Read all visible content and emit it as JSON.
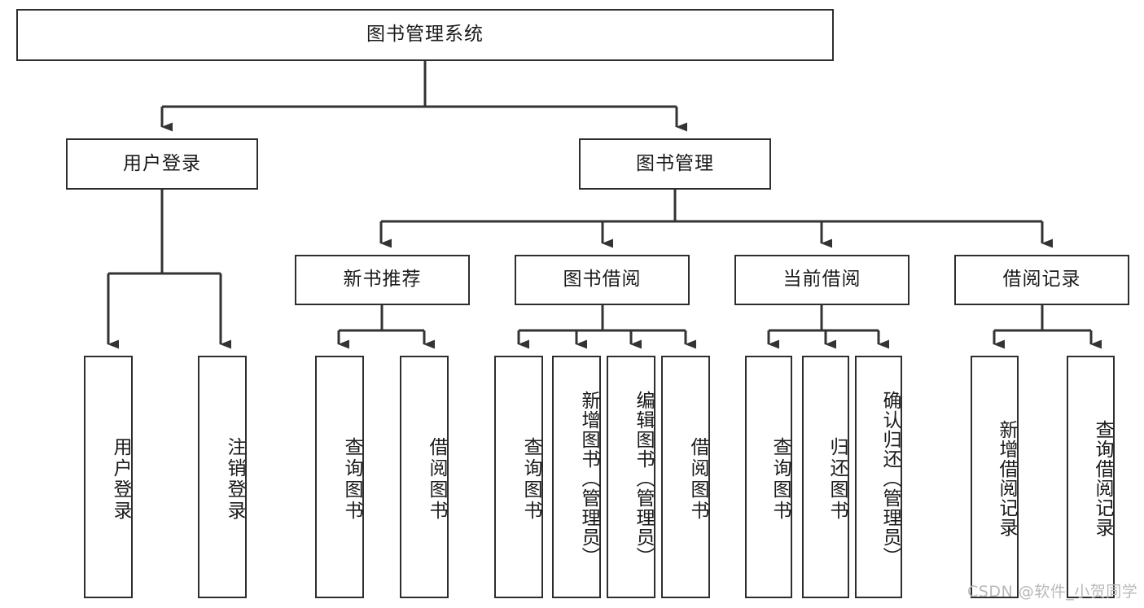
{
  "diagram": {
    "type": "tree-hierarchy",
    "title": "图书管理系统",
    "watermark": "CSDN @软件_小贺同学",
    "colors": {
      "node_border": "#2e2e2e",
      "node_fill": "#ffffff",
      "connector": "#333333",
      "text": "#1a1a1a",
      "watermark": "#b9b9b9",
      "background": "#ffffff"
    },
    "levels": [
      {
        "level": 1,
        "nodes": [
          {
            "id": "root",
            "label": "图书管理系统",
            "orientation": "horizontal"
          }
        ]
      },
      {
        "level": 2,
        "nodes": [
          {
            "id": "user-login",
            "label": "用户登录",
            "orientation": "horizontal",
            "parent": "root"
          },
          {
            "id": "book-manage",
            "label": "图书管理",
            "orientation": "horizontal",
            "parent": "root"
          }
        ]
      },
      {
        "level": 3,
        "nodes": [
          {
            "id": "new-book-rec",
            "label": "新书推荐",
            "orientation": "horizontal",
            "parent": "book-manage"
          },
          {
            "id": "book-borrow",
            "label": "图书借阅",
            "orientation": "horizontal",
            "parent": "book-manage"
          },
          {
            "id": "current-borrow",
            "label": "当前借阅",
            "orientation": "horizontal",
            "parent": "book-manage"
          },
          {
            "id": "borrow-record",
            "label": "借阅记录",
            "orientation": "horizontal",
            "parent": "book-manage"
          }
        ]
      },
      {
        "level": 4,
        "nodes": [
          {
            "id": "leaf-user-login",
            "label": "用户登录",
            "orientation": "vertical",
            "parent": "user-login"
          },
          {
            "id": "leaf-logout",
            "label": "注销登录",
            "orientation": "vertical",
            "parent": "user-login"
          },
          {
            "id": "leaf-query-book-1",
            "label": "查询图书",
            "orientation": "vertical",
            "parent": "new-book-rec"
          },
          {
            "id": "leaf-borrow-book-1",
            "label": "借阅图书",
            "orientation": "vertical",
            "parent": "new-book-rec"
          },
          {
            "id": "leaf-query-book-2",
            "label": "查询图书",
            "orientation": "vertical",
            "parent": "book-borrow"
          },
          {
            "id": "leaf-add-book",
            "label": "新增图书（管理员）",
            "orientation": "vertical",
            "parent": "book-borrow"
          },
          {
            "id": "leaf-edit-book",
            "label": "编辑图书（管理员）",
            "orientation": "vertical",
            "parent": "book-borrow"
          },
          {
            "id": "leaf-borrow-book-2",
            "label": "借阅图书",
            "orientation": "vertical",
            "parent": "book-borrow"
          },
          {
            "id": "leaf-query-book-3",
            "label": "查询图书",
            "orientation": "vertical",
            "parent": "current-borrow"
          },
          {
            "id": "leaf-return-book",
            "label": "归还图书",
            "orientation": "vertical",
            "parent": "current-borrow"
          },
          {
            "id": "leaf-confirm-return",
            "label": "确认归还（管理员）",
            "orientation": "vertical",
            "parent": "current-borrow"
          },
          {
            "id": "leaf-add-record",
            "label": "新增借阅记录",
            "orientation": "vertical",
            "parent": "borrow-record"
          },
          {
            "id": "leaf-query-record",
            "label": "查询借阅记录",
            "orientation": "vertical",
            "parent": "borrow-record"
          }
        ]
      }
    ]
  }
}
